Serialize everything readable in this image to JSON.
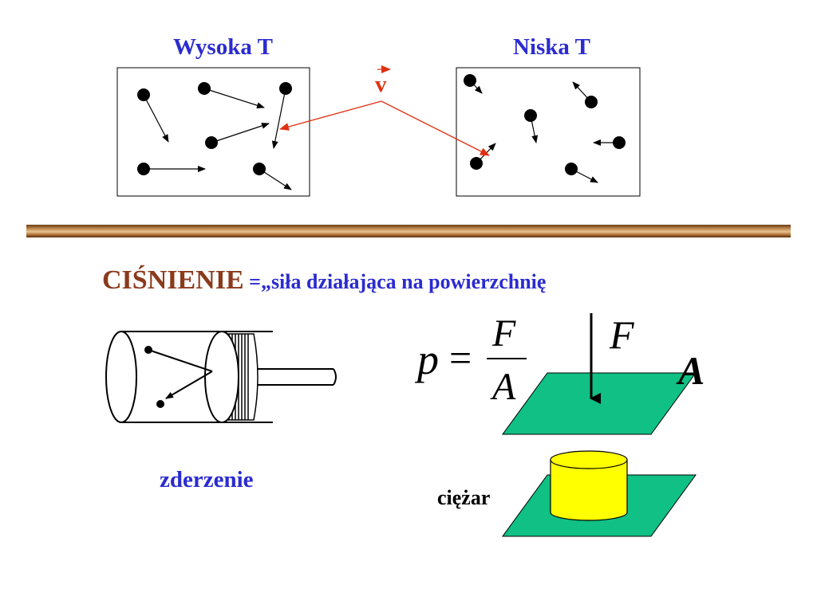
{
  "top": {
    "high_label": "Wysoka T",
    "low_label": "Niska T",
    "velocity_label": "v"
  },
  "pressure": {
    "term": "CIŚNIENIE",
    "definition": " =„siła działająca na powierzchnię"
  },
  "piston": {
    "caption": "zderzenie"
  },
  "formula": {
    "lhs": "p",
    "equals": "=",
    "numerator": "F",
    "denominator": "A",
    "force_label": "F",
    "area_label": "A"
  },
  "weight": {
    "caption": "ciężar"
  },
  "colors": {
    "title_blue": "#2b2bd0",
    "velocity_red": "#e03010",
    "term_brown": "#8b3a1c",
    "plate_green": "#10c084",
    "weight_yellow": "#ffff00"
  }
}
